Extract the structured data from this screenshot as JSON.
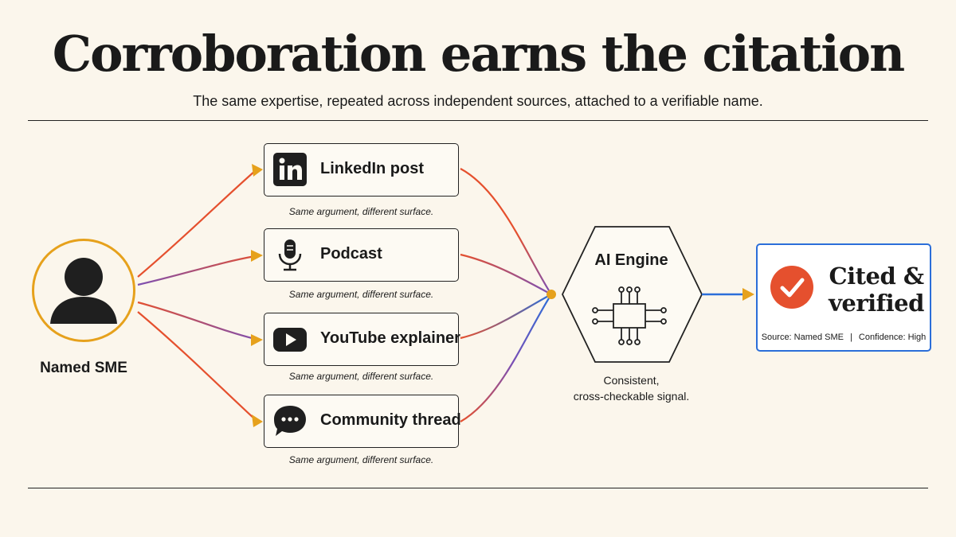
{
  "header": {
    "title": "Corroboration earns the citation",
    "subtitle": "The same expertise, repeated across independent sources, attached to a verifiable name."
  },
  "expert": {
    "label": "Named SME"
  },
  "sources": [
    {
      "icon": "linkedin-icon",
      "label": "LinkedIn post",
      "caption": "Same argument, different surface."
    },
    {
      "icon": "microphone-icon",
      "label": "Podcast",
      "caption": "Same argument, different surface."
    },
    {
      "icon": "youtube-icon",
      "label": "YouTube explainer",
      "caption": "Same argument, different surface."
    },
    {
      "icon": "chat-bubble-icon",
      "label": "Community thread",
      "caption": "Same argument, different surface."
    }
  ],
  "engine": {
    "label": "AI Engine",
    "icon": "chip-icon",
    "caption_line1": "Consistent,",
    "caption_line2": "cross-checkable signal."
  },
  "result": {
    "icon": "checkmark-icon",
    "title_line1": "Cited &",
    "title_line2": "verified",
    "source_text": "Source: Named SME",
    "separator": "|",
    "confidence_text": "Confidence: High"
  },
  "colors": {
    "background": "#fbf6ec",
    "accent_orange": "#e6a11c",
    "line_red": "#e5502e",
    "line_purple": "#7a4fb5",
    "line_blue": "#2b6ed9",
    "check_red": "#e5502e"
  }
}
